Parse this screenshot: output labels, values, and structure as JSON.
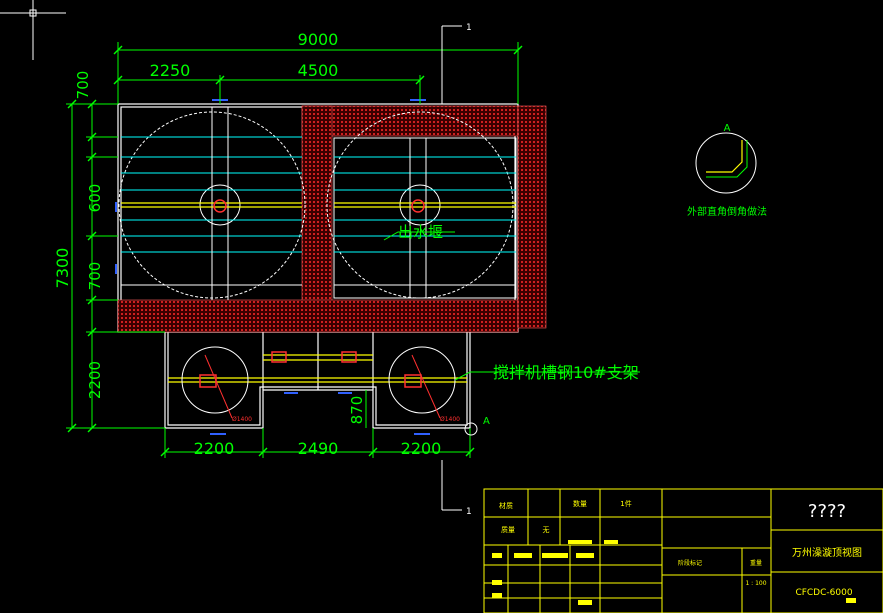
{
  "colors": {
    "background": "#000000",
    "outline": "#ffffff",
    "dimension": "#00ff00",
    "water_pipe": "#00ffff",
    "center_line": "#ffff00",
    "wall_hatch": "#ff2a2a",
    "title_block": "#ffff00"
  },
  "dimensions": {
    "overall_width": "9000",
    "left_span": "2250",
    "right_span": "4500",
    "overall_height": "7300",
    "seg_top": "700",
    "seg_mid": "600",
    "seg_low": "700",
    "seg_bottom": "2200",
    "bottom_left": "2200",
    "bottom_middle": "2490",
    "bottom_right": "2200",
    "gap_height": "870"
  },
  "annotations": {
    "weir_label": "出水堰",
    "support_label": "搅拌机槽钢10#支架",
    "section_marker": "A",
    "section_number_top": "1",
    "section_number_bottom": "1",
    "detail_marker": "A",
    "detail_caption": "外部直角倒角做法",
    "pipe_dia_left": "Ø1400",
    "pipe_dia_right": "Ø1400"
  },
  "title_block": {
    "material_label": "材质",
    "quantity_label": "数量",
    "quantity_value": "1件",
    "weight_label": "质量",
    "weight_value": "无",
    "stage_mark_label": "阶段标记",
    "weight2_label": "重量",
    "scale_value": "1 : 100",
    "company": "????",
    "drawing_title": "万州澡漩顶视图",
    "drawing_code": "CFCDC-6000"
  }
}
